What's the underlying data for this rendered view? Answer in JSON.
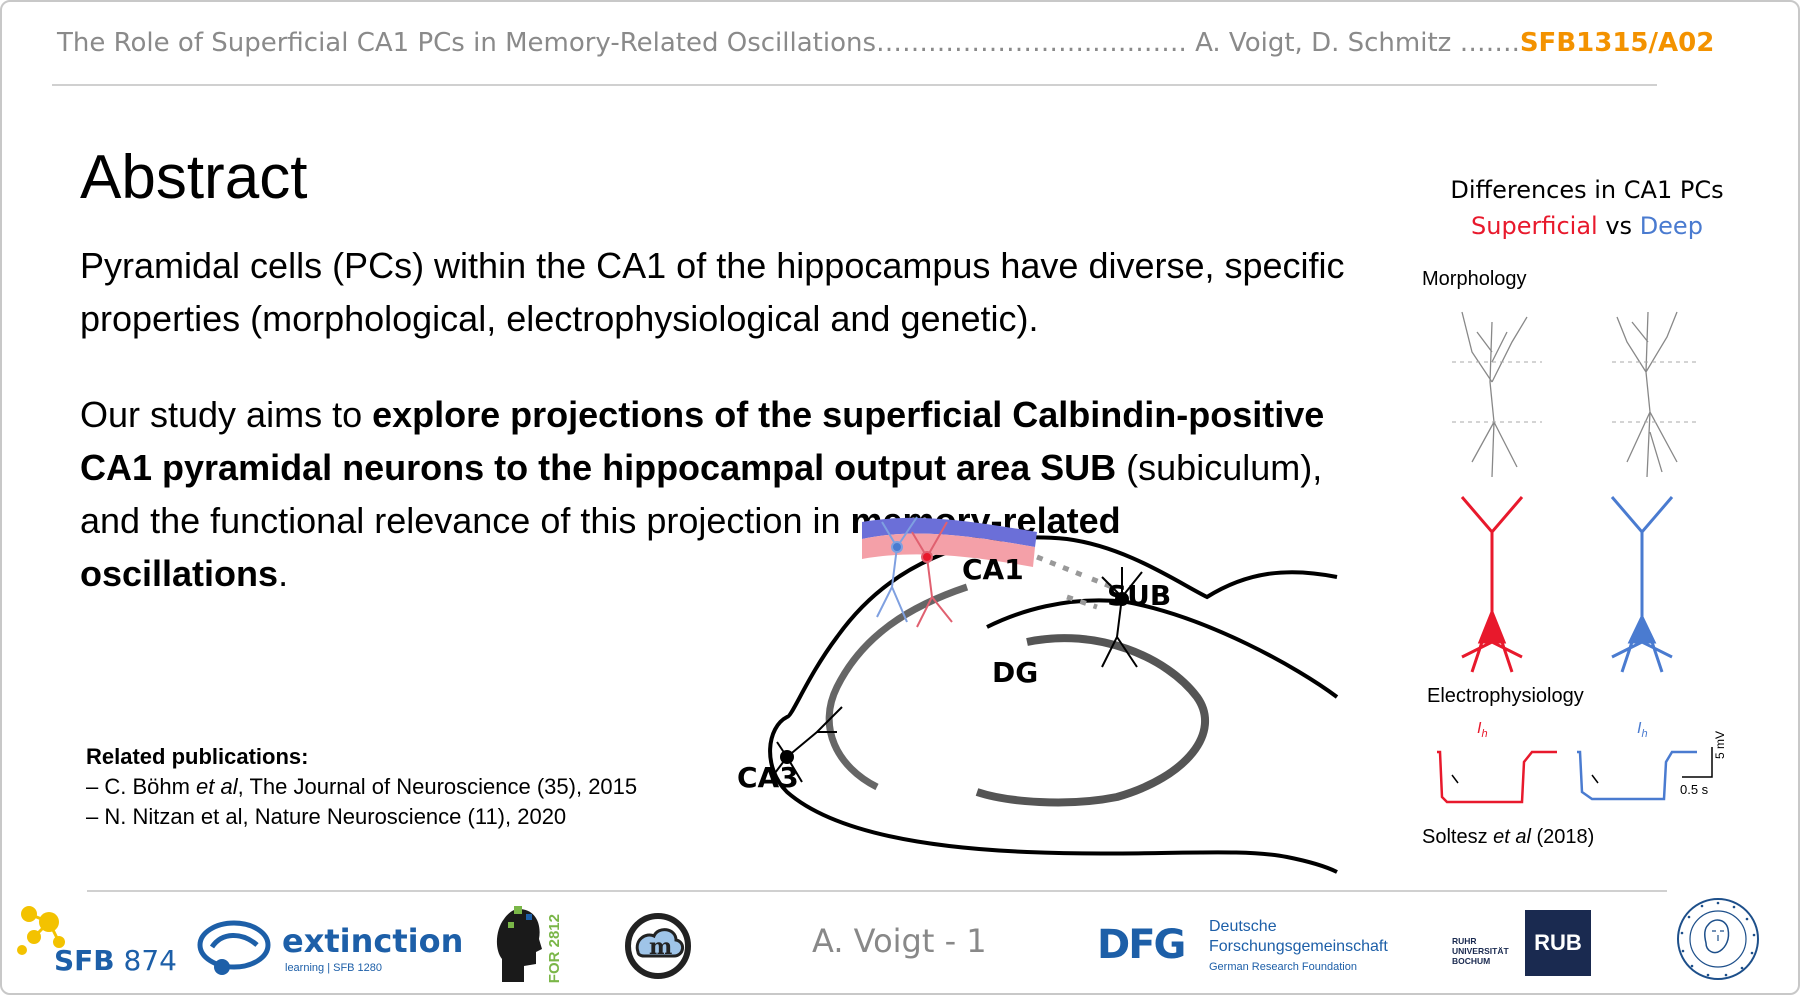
{
  "header": {
    "title": "The Role of Superficial CA1 PCs in Memory-Related Oscillations",
    "leader1": "……………………..……….",
    "authors": "A. Voigt, D. Schmitz",
    "leader2": "…….",
    "project_code": "SFB1315/A02"
  },
  "abstract": {
    "title": "Abstract",
    "p1": "Pyramidal cells (PCs) within the CA1 of the hippocampus have diverse, specific properties (morphological, electrophysiological and genetic).",
    "p2_intro": "Our study aims to ",
    "p2_bold1": "explore projections of the superficial Calbindin-positive CA1 pyramidal neurons to the hippocampal output area SUB",
    "p2_mid": " (subiculum), and the functional relevance of this projection in ",
    "p2_bold2": "memory-related oscillations",
    "p2_end": "."
  },
  "publications": {
    "heading": "Related publications:",
    "items": [
      {
        "pre": "– C. Böhm ",
        "em": "et al",
        "post": ", The Journal of Neuroscience (35), 2015"
      },
      {
        "pre": "– N. Nitzan et al, Nature Neuroscience (11), 2020",
        "em": "",
        "post": ""
      }
    ]
  },
  "diagram": {
    "ca1": "CA1",
    "sub": "SUB",
    "dg": "DG",
    "ca3": "CA3"
  },
  "differences": {
    "title": "Differences in CA1 PCs",
    "superficial": "Superficial",
    "vs": " vs ",
    "deep": "Deep",
    "morphology": "Morphology",
    "electrophysiology": "Electrophysiology",
    "ih": "I",
    "ih_sub": "h",
    "scale_mv": "5 mV",
    "scale_s": "0.5 s",
    "citation_pre": "Soltesz ",
    "citation_em": "et al",
    "citation_post": " (2018)"
  },
  "colors": {
    "superficial": "#e8192c",
    "deep": "#4a7bd0",
    "accent": "#f39200"
  },
  "footer": {
    "page_label": "A. Voigt - 1",
    "sfb874_a": "SFB",
    "sfb874_b": " 874",
    "extinction": "extinction",
    "extinction_sub": "learning | SFB 1280",
    "for2812": "FOR 2812",
    "dfg": "DFG",
    "dfg_l1": "Deutsche",
    "dfg_l2": "Forschungsgemeinschaft",
    "dfg_l3": "German Research Foundation",
    "rub_l1": "RUHR",
    "rub_l2": "UNIVERSITÄT",
    "rub_l3": "BOCHUM",
    "rub_box": "RUB"
  }
}
